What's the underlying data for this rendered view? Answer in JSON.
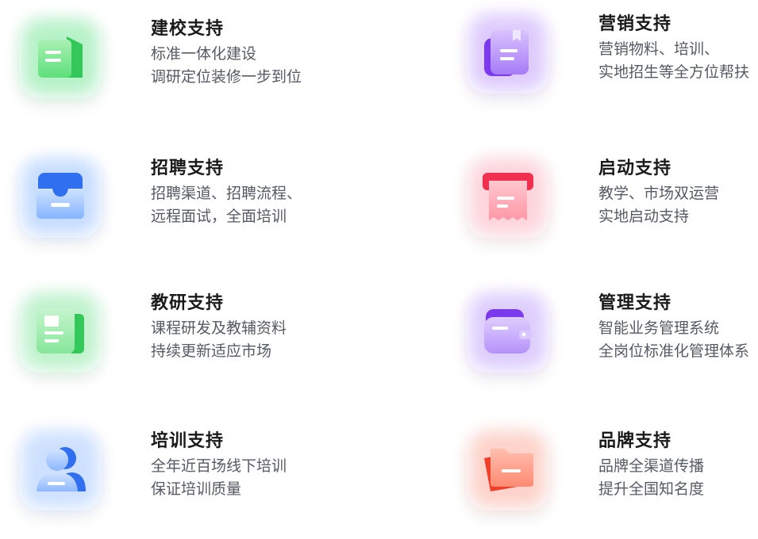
{
  "items": [
    {
      "title": "建校支持",
      "line1": "标准一体化建设",
      "line2": "调研定位装修一步到位",
      "icon": "building-icon",
      "accent": "#4cd964"
    },
    {
      "title": "营销支持",
      "line1": "营销物料、培训、",
      "line2": "实地招生等全方位帮扶",
      "icon": "book-icon",
      "accent": "#9b5cf6"
    },
    {
      "title": "招聘支持",
      "line1": "招聘渠道、招聘流程、",
      "line2": "远程面试，全面培训",
      "icon": "inbox-icon",
      "accent": "#3b82f6"
    },
    {
      "title": "启动支持",
      "line1": "教学、市场双运营",
      "line2": "实地启动支持",
      "icon": "receipt-icon",
      "accent": "#f43f5e"
    },
    {
      "title": "教研支持",
      "line1": "课程研发及教辅资料",
      "line2": "持续更新适应市场",
      "icon": "document-icon",
      "accent": "#4cd964"
    },
    {
      "title": "管理支持",
      "line1": "智能业务管理系统",
      "line2": "全岗位标准化管理体系",
      "icon": "wallet-icon",
      "accent": "#8b5cf6"
    },
    {
      "title": "培训支持",
      "line1": "全年近百场线下培训",
      "line2": "保证培训质量",
      "icon": "user-icon",
      "accent": "#3b82f6"
    },
    {
      "title": "品牌支持",
      "line1": "品牌全渠道传播",
      "line2": "提升全国知名度",
      "icon": "folder-icon",
      "accent": "#f25c4a"
    }
  ]
}
